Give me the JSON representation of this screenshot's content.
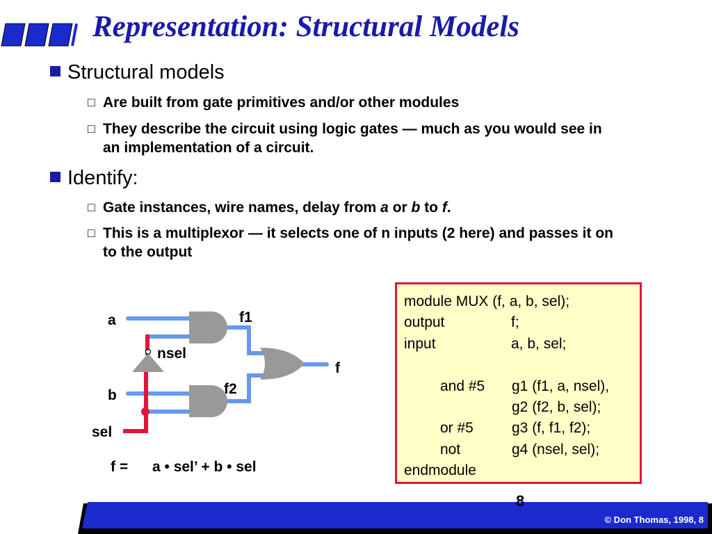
{
  "title": "Representation: Structural Models",
  "bullets": [
    {
      "text": "Structural models",
      "subs": [
        {
          "mark": "□",
          "text": "Are built from gate primitives and/or other modules"
        },
        {
          "mark": "□",
          "text": "They describe the circuit using logic gates — much as you would see in an implementation of a circuit."
        }
      ]
    },
    {
      "text": "Identify:",
      "subs": [
        {
          "mark": "□",
          "p1": "Gate instances, wire names, delay from ",
          "a": "a",
          "p2": " or ",
          "b": "b",
          "p3": " to ",
          "f": "f",
          "p4": "."
        },
        {
          "mark": "□",
          "text": "This is a multiplexor — it selects one of n inputs (2 here) and passes it on to the output"
        }
      ]
    }
  ],
  "circuit": {
    "labels": {
      "a": "a",
      "b": "b",
      "sel": "sel",
      "nsel": "nsel",
      "f1": "f1",
      "f2": "f2",
      "f": "f"
    },
    "equation_lhs": "f =",
    "equation_rhs": "a • sel’ + b • sel",
    "wire_color": "#6699ee",
    "sel_wire_color": "#e0143c",
    "gate_color": "#999999"
  },
  "code": {
    "lines": [
      {
        "c1": "module MUX (f, a, b, sel);",
        "c2": ""
      },
      {
        "c1": "output",
        "c2": "f;"
      },
      {
        "c1": "input",
        "c2": "a, b, sel;"
      },
      {
        "c1": "",
        "c2": ""
      },
      {
        "c1": "and #5",
        "c2": "g1 (f1, a, nsel),",
        "indent": true
      },
      {
        "c1": "",
        "c2": "g2 (f2, b, sel);",
        "indent": true
      },
      {
        "c1": "or    #5",
        "c2": "g3 (f, f1, f2);",
        "indent": true
      },
      {
        "c1": "not",
        "c2": "g4 (nsel, sel);",
        "indent": true
      },
      {
        "c1": "endmodule",
        "c2": ""
      }
    ],
    "bg_color": "#ffffc8",
    "border_color": "#e0143c"
  },
  "footer": {
    "page_number": "8",
    "copyright": "© Don Thomas, 1998, 8",
    "bar_color": "#1a2acc"
  }
}
